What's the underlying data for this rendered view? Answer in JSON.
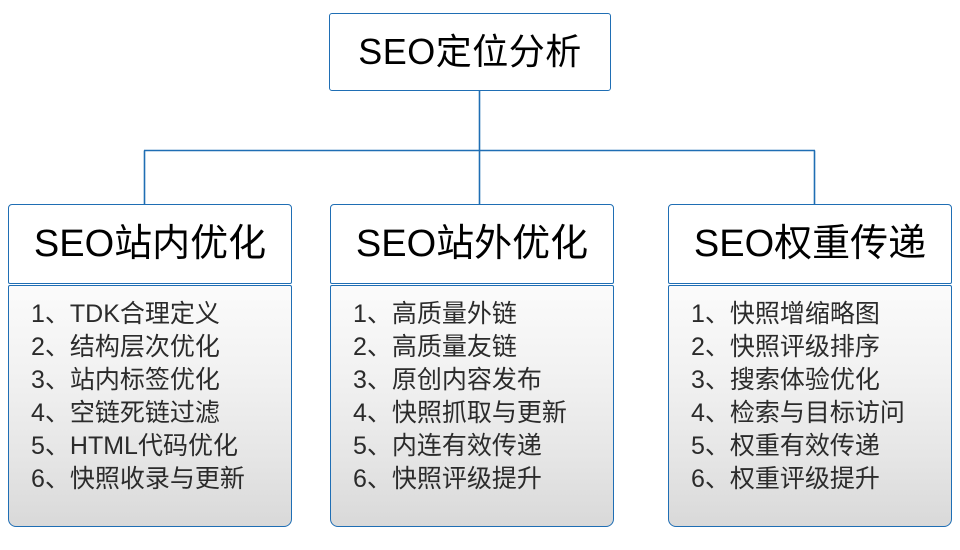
{
  "diagram": {
    "title": "SEO定位分析",
    "root": {
      "label": "SEO定位分析"
    },
    "branches": [
      {
        "heading": "SEO站内优化",
        "items": [
          "1、TDK合理定义",
          "2、结构层次优化",
          "3、站内标签优化",
          "4、空链死链过滤",
          "5、HTML代码优化",
          "6、快照收录与更新"
        ]
      },
      {
        "heading": "SEO站外优化",
        "items": [
          "1、高质量外链",
          "2、高质量友链",
          "3、原创内容发布",
          "4、快照抓取与更新",
          "5、内连有效传递",
          "6、快照评级提升"
        ]
      },
      {
        "heading": "SEO权重传递",
        "items": [
          "1、快照增缩略图",
          "2、快照评级排序",
          "3、搜索体验优化",
          "4、检索与目标访问",
          "5、权重有效传递",
          "6、权重评级提升"
        ]
      }
    ],
    "colors": {
      "border": "#1f6eb4",
      "connector": "#1f6eb4",
      "head_background": "#ffffff",
      "body_gradient_top": "#fbfbfb",
      "body_gradient_bottom": "#d9d9d9",
      "text": "#000000",
      "list_text": "#2b2b2b",
      "page_background": "#ffffff"
    }
  }
}
